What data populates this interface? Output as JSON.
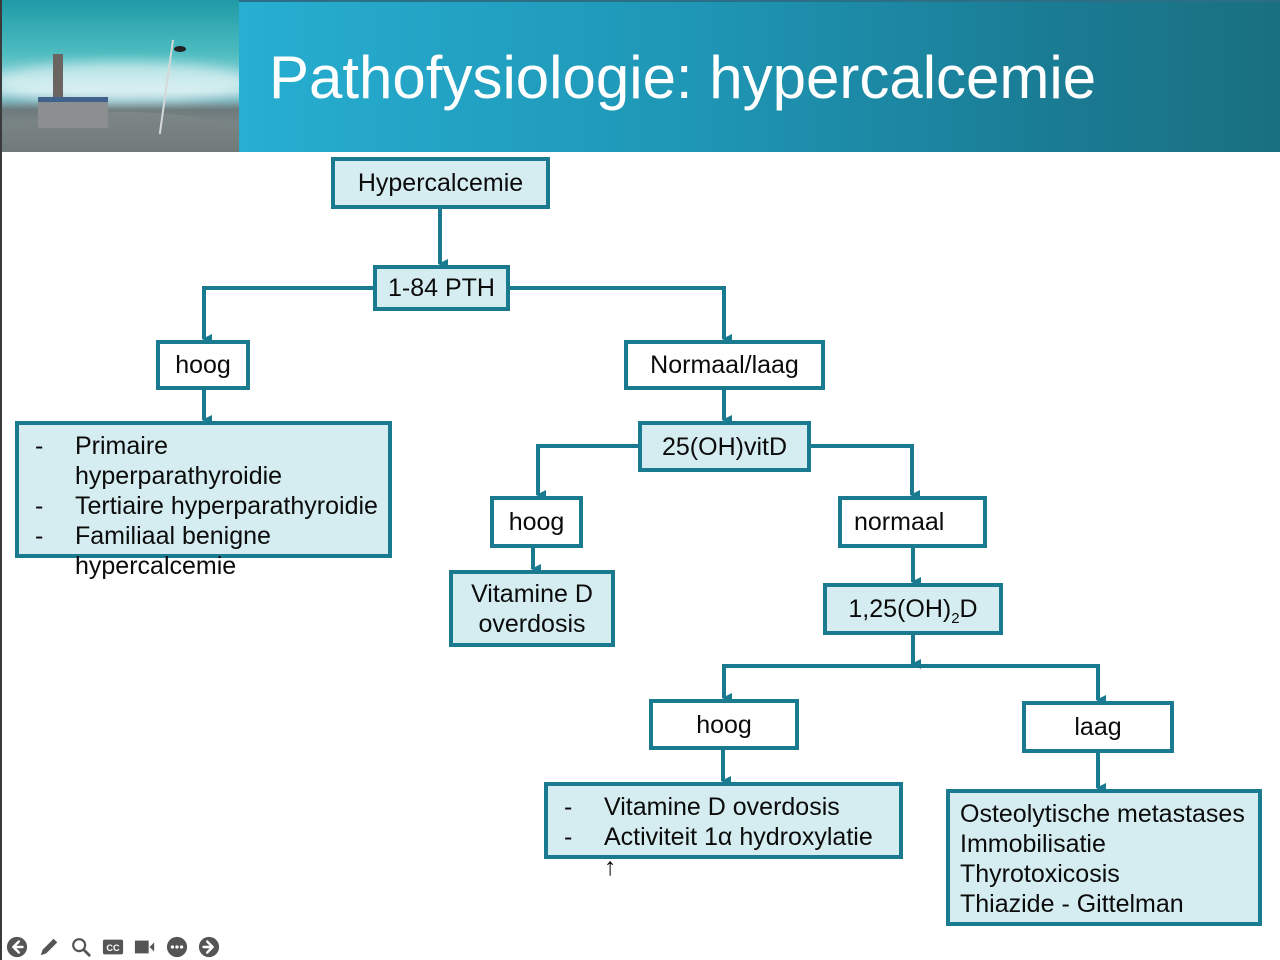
{
  "slide": {
    "title": "Pathofysiologie: hypercalcemie",
    "header_image": "university-library-square-photo"
  },
  "colors": {
    "accent": "#1a7a8f",
    "box_fill": "#d5edf0",
    "title_bar_start": "#27aed1",
    "title_bar_end": "#19707f"
  },
  "diagram": {
    "root": "Hypercalcemie",
    "pth": "1-84 PTH",
    "pth_high": "hoog",
    "pth_high_causes": [
      {
        "bullet": "-",
        "text": "Primaire hyperparathyroidie"
      },
      {
        "bullet": "-",
        "text": "Tertiaire hyperparathyroidie"
      },
      {
        "bullet": "-",
        "text": "Familiaal benigne"
      },
      {
        "bullet": "",
        "text": "hypercalcemie"
      }
    ],
    "pth_low": "Normaal/laag",
    "vitd25": "25(OH)vitD",
    "vitd25_high": "hoog",
    "vitd25_high_cause_line1": "Vitamine D",
    "vitd25_high_cause_line2": "overdosis",
    "vitd25_normal": "normaal",
    "vitd125_prefix": "1,25(OH)",
    "vitd125_sub": "2",
    "vitd125_suffix": "D",
    "vitd125_high": "hoog",
    "vitd125_high_causes": [
      {
        "bullet": "-",
        "text": "Vitamine D overdosis"
      },
      {
        "bullet": "-",
        "text": "Activiteit 1α hydroxylatie ↑"
      }
    ],
    "vitd125_low": "laag",
    "vitd125_low_causes": [
      "Osteolytische metastases",
      "Immobilisatie",
      "Thyrotoxicosis",
      "Thiazide - Gittelman"
    ]
  },
  "toolbar": {
    "items": [
      {
        "name": "previous-slide",
        "icon": "arrow-left-circle-icon"
      },
      {
        "name": "pen",
        "icon": "pencil-icon"
      },
      {
        "name": "zoom",
        "icon": "magnifier-icon"
      },
      {
        "name": "subtitles",
        "icon": "closed-caption-icon"
      },
      {
        "name": "camera",
        "icon": "video-camera-icon"
      },
      {
        "name": "more-options",
        "icon": "ellipsis-circle-icon"
      },
      {
        "name": "next-slide",
        "icon": "arrow-right-circle-icon"
      }
    ]
  }
}
